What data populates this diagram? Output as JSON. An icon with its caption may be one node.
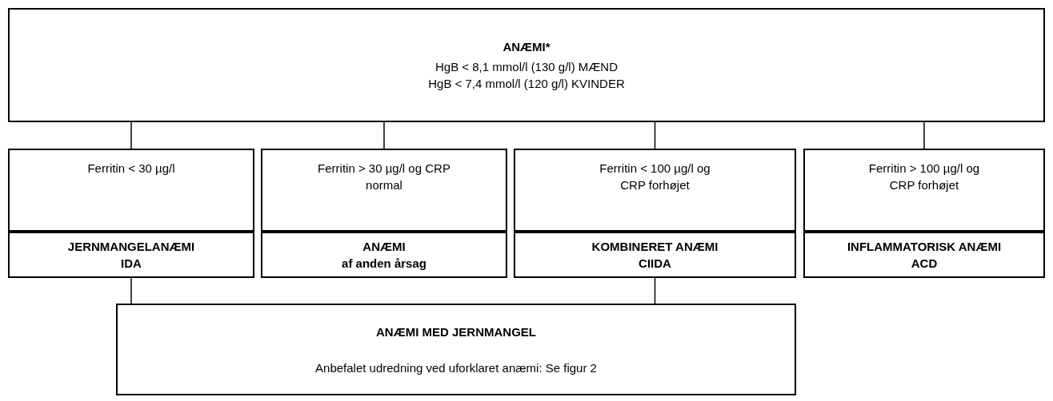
{
  "diagram": {
    "nodes": [
      {
        "text": [
          "ANÆMI*",
          "HgB < 8,1 mmol/l (130 g/l) MÆND",
          "HgB < 7,4 mmol/l (120 g/l) KVINDER"
        ]
      },
      {
        "text": [
          "Ferritin < 30 µg/l"
        ]
      },
      {
        "text": [
          "Ferritin > 30 µg/l og CRP normal"
        ]
      },
      {
        "text": [
          "Ferritin < 100 µg/l og CRP forhøjet"
        ]
      },
      {
        "text": [
          "Ferritin > 100 µg/l og CRP forhøjet"
        ]
      },
      {
        "text": [
          "JERNMANGELANÆMI",
          "IDA"
        ]
      },
      {
        "text": [
          "ANÆMI",
          "af anden årsag"
        ]
      },
      {
        "text": [
          "KOMBINERET ANÆMI",
          "CIIDA"
        ]
      },
      {
        "text": [
          "INFLAMMATORISK ANÆMI",
          "ACD"
        ]
      },
      {
        "text": [
          "ANÆMI MED JERNMANGEL",
          "Anbefalet udredning ved uforklaret anæmi: Se figur 2"
        ]
      }
    ],
    "edges": [
      {
        "from": 0,
        "to": 1,
        "arrow": "none"
      },
      {
        "from": 0,
        "to": 2,
        "arrow": "none"
      },
      {
        "from": 0,
        "to": 3,
        "arrow": "none"
      },
      {
        "from": 0,
        "to": 4,
        "arrow": "none"
      },
      {
        "from": 5,
        "to": 9,
        "arrow": "none"
      },
      {
        "from": 7,
        "to": 9,
        "arrow": "none"
      }
    ]
  }
}
